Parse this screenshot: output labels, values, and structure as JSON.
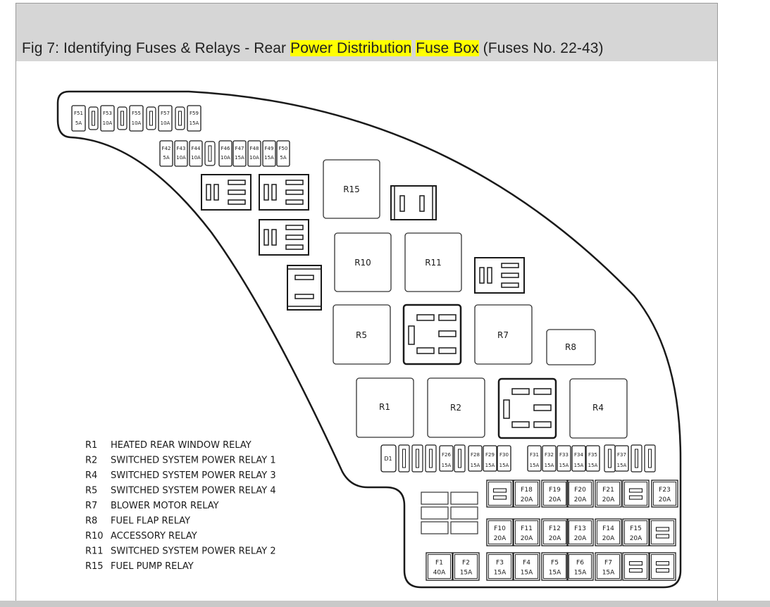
{
  "caption": {
    "prefix": "Fig 7: Identifying Fuses & Relays - Rear ",
    "highlight1": "Power Distribution",
    "space": " ",
    "highlight2": "Fuse Box",
    "suffix": " (Fuses No. 22-43)"
  },
  "colors": {
    "highlight": "#ffff00",
    "caption_bar": "#d6d6d6",
    "ink": "#1a1a1a"
  },
  "fuses_top_row": [
    {
      "id": "F51",
      "amp": "5A"
    },
    {
      "id": "F53",
      "amp": "10A"
    },
    {
      "id": "F55",
      "amp": "10A"
    },
    {
      "id": "F57",
      "amp": "10A"
    },
    {
      "id": "F59",
      "amp": "15A"
    }
  ],
  "fuses_second_row": [
    {
      "id": "F42",
      "amp": "5A"
    },
    {
      "id": "F43",
      "amp": "10A"
    },
    {
      "id": "F44",
      "amp": "10A"
    },
    {
      "id": "F46",
      "amp": "10A"
    },
    {
      "id": "F47",
      "amp": "15A"
    },
    {
      "id": "F48",
      "amp": "10A"
    },
    {
      "id": "F49",
      "amp": "15A"
    },
    {
      "id": "F50",
      "amp": "5A"
    }
  ],
  "relays": {
    "R15": "R15",
    "R10": "R10",
    "R11": "R11",
    "R5": "R5",
    "R7": "R7",
    "R8": "R8",
    "R1": "R1",
    "R2": "R2",
    "R4": "R4"
  },
  "mini_row": {
    "diode": "D1",
    "fuses": [
      {
        "id": "F26",
        "amp": "15A"
      },
      {
        "id": "F28",
        "amp": "15A"
      },
      {
        "id": "F29",
        "amp": "15A"
      },
      {
        "id": "F30",
        "amp": "15A"
      },
      {
        "id": "F31",
        "amp": "15A"
      },
      {
        "id": "F32",
        "amp": "15A"
      },
      {
        "id": "F33",
        "amp": "15A"
      },
      {
        "id": "F34",
        "amp": "15A"
      },
      {
        "id": "F35",
        "amp": "15A"
      },
      {
        "id": "F37",
        "amp": "15A"
      }
    ]
  },
  "grid_row1": [
    {
      "id": "",
      "amp": ""
    },
    {
      "id": "F18",
      "amp": "20A"
    },
    {
      "id": "F19",
      "amp": "20A"
    },
    {
      "id": "F20",
      "amp": "20A"
    },
    {
      "id": "F21",
      "amp": "20A"
    },
    {
      "id": "",
      "amp": ""
    },
    {
      "id": "F23",
      "amp": "20A"
    }
  ],
  "grid_row2": [
    {
      "id": "F10",
      "amp": "20A"
    },
    {
      "id": "F11",
      "amp": "20A"
    },
    {
      "id": "F12",
      "amp": "20A"
    },
    {
      "id": "F13",
      "amp": "20A"
    },
    {
      "id": "F14",
      "amp": "20A"
    },
    {
      "id": "F15",
      "amp": "20A"
    },
    {
      "id": "",
      "amp": ""
    }
  ],
  "grid_row3": [
    {
      "id": "F1",
      "amp": "40A"
    },
    {
      "id": "F2",
      "amp": "15A"
    },
    {
      "id": "F3",
      "amp": "15A"
    },
    {
      "id": "F4",
      "amp": "15A"
    },
    {
      "id": "F5",
      "amp": "15A"
    },
    {
      "id": "F6",
      "amp": "15A"
    },
    {
      "id": "F7",
      "amp": "15A"
    },
    {
      "id": "",
      "amp": ""
    },
    {
      "id": "",
      "amp": ""
    }
  ],
  "legend": [
    {
      "code": "R1",
      "desc": "HEATED REAR WINDOW RELAY"
    },
    {
      "code": "R2",
      "desc": "SWITCHED SYSTEM POWER RELAY 1"
    },
    {
      "code": "R4",
      "desc": "SWITCHED SYSTEM POWER RELAY 3"
    },
    {
      "code": "R5",
      "desc": "SWITCHED SYSTEM POWER RELAY 4"
    },
    {
      "code": "R7",
      "desc": "BLOWER MOTOR RELAY"
    },
    {
      "code": "R8",
      "desc": "FUEL FLAP RELAY"
    },
    {
      "code": "R10",
      "desc": "ACCESSORY RELAY"
    },
    {
      "code": "R11",
      "desc": "SWITCHED SYSTEM POWER RELAY 2"
    },
    {
      "code": "R15",
      "desc": "FUEL PUMP RELAY"
    }
  ]
}
